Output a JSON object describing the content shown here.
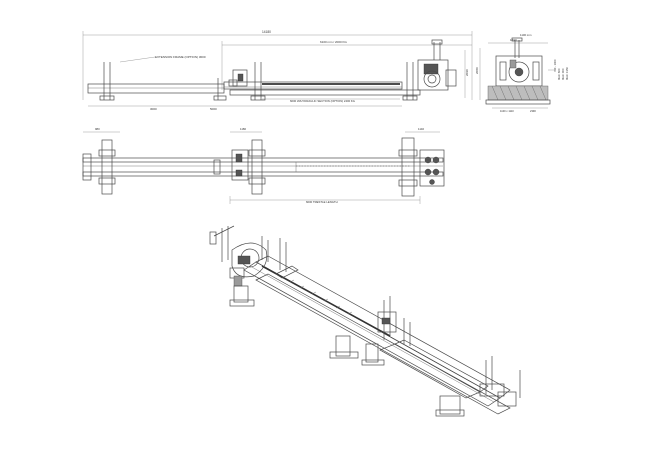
{
  "drawing": {
    "side_view": {
      "overall_dim": "14180",
      "extension_note": "EXTENSION FRAME (OPTION) 3000",
      "rail_dim": "6100 mm / 2000 KG",
      "section_note": "6000 W/HYDRAULIC SECTION (OPTION) 2400 KG",
      "bottom_dim": "5000",
      "left_dim": "3000",
      "height_dim": "2090"
    },
    "end_view": {
      "width_dim": "1690",
      "height_dim": "2080",
      "top_note": "1100 mm",
      "base_dim": "1100 x 1110",
      "base_total": "2390",
      "callouts": [
        "700 - 1000",
        "MAX: 600",
        "MAX: 900",
        "MAX: 1350"
      ]
    },
    "plan_view": {
      "left_dim": "980",
      "mid_dim": "1180",
      "right_dim": "1140",
      "length_note": "6000 TRESTLE LENGTH"
    }
  }
}
